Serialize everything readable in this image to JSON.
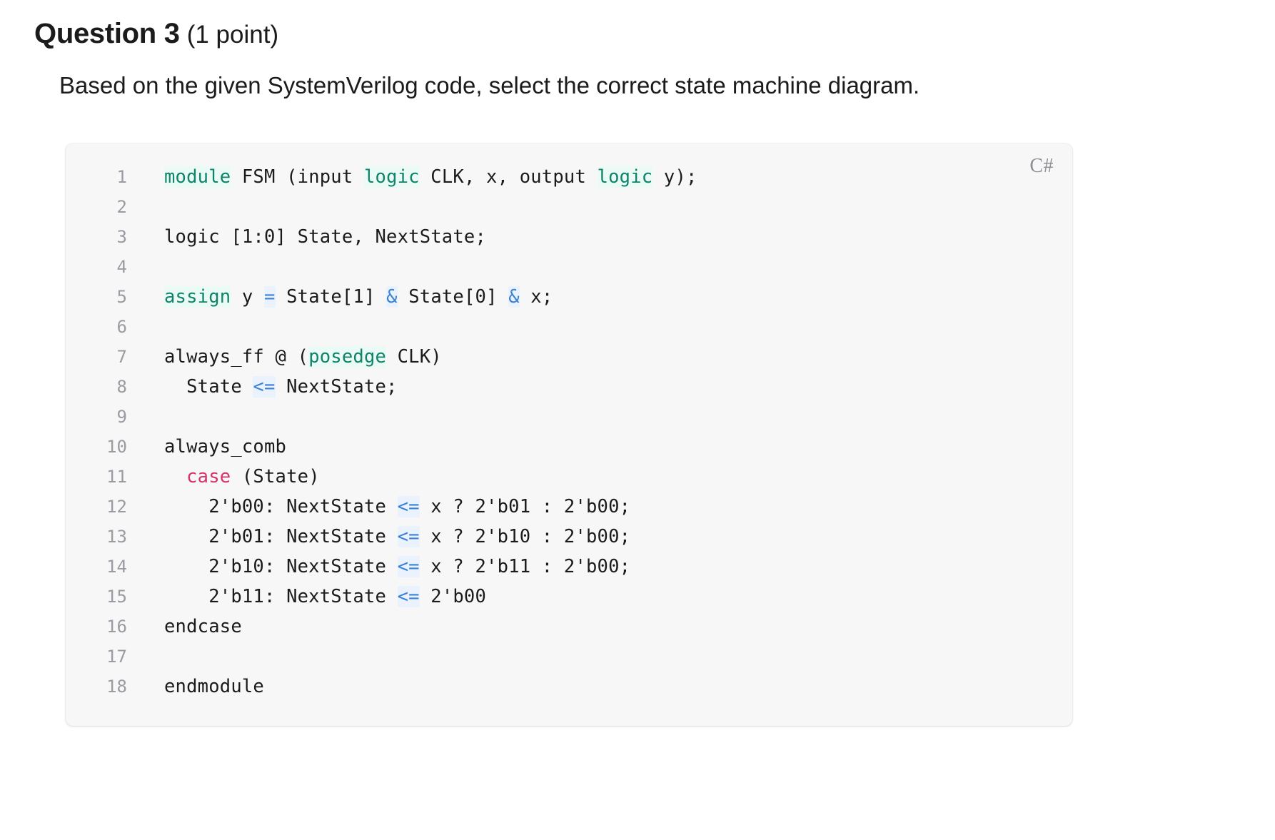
{
  "question": {
    "title": "Question 3",
    "points": "(1 point)",
    "prompt": "Based on the given SystemVerilog code, select the correct state machine diagram."
  },
  "code_block": {
    "language_label": "C#",
    "lines": [
      {
        "n": "1",
        "tokens": [
          {
            "t": "module",
            "c": "kw"
          },
          {
            "t": " FSM (input ",
            "c": "plain"
          },
          {
            "t": "logic",
            "c": "kw"
          },
          {
            "t": " CLK, x, output ",
            "c": "plain"
          },
          {
            "t": "logic",
            "c": "kw"
          },
          {
            "t": " y);",
            "c": "plain"
          }
        ]
      },
      {
        "n": "2",
        "tokens": []
      },
      {
        "n": "3",
        "tokens": [
          {
            "t": "logic [1:0] State, NextState;",
            "c": "plain"
          }
        ]
      },
      {
        "n": "4",
        "tokens": []
      },
      {
        "n": "5",
        "tokens": [
          {
            "t": "assign",
            "c": "kw"
          },
          {
            "t": " y ",
            "c": "plain"
          },
          {
            "t": "=",
            "c": "op"
          },
          {
            "t": " State[1] ",
            "c": "plain"
          },
          {
            "t": "&",
            "c": "op"
          },
          {
            "t": " State[0] ",
            "c": "plain"
          },
          {
            "t": "&",
            "c": "op"
          },
          {
            "t": " x;",
            "c": "plain"
          }
        ]
      },
      {
        "n": "6",
        "tokens": []
      },
      {
        "n": "7",
        "tokens": [
          {
            "t": "always_ff @ (",
            "c": "plain"
          },
          {
            "t": "posedge",
            "c": "kw"
          },
          {
            "t": " CLK)",
            "c": "plain"
          }
        ]
      },
      {
        "n": "8",
        "tokens": [
          {
            "t": "  State ",
            "c": "plain"
          },
          {
            "t": "<=",
            "c": "op"
          },
          {
            "t": " NextState;",
            "c": "plain"
          }
        ]
      },
      {
        "n": "9",
        "tokens": []
      },
      {
        "n": "10",
        "tokens": [
          {
            "t": "always_comb",
            "c": "plain"
          }
        ]
      },
      {
        "n": "11",
        "tokens": [
          {
            "t": "  ",
            "c": "plain"
          },
          {
            "t": "case",
            "c": "case"
          },
          {
            "t": " (State)",
            "c": "plain"
          }
        ]
      },
      {
        "n": "12",
        "tokens": [
          {
            "t": "    2'b00: NextState ",
            "c": "plain"
          },
          {
            "t": "<=",
            "c": "op"
          },
          {
            "t": " x ? 2'b01 : 2'b00;",
            "c": "plain"
          }
        ]
      },
      {
        "n": "13",
        "tokens": [
          {
            "t": "    2'b01: NextState ",
            "c": "plain"
          },
          {
            "t": "<=",
            "c": "op"
          },
          {
            "t": " x ? 2'b10 : 2'b00;",
            "c": "plain"
          }
        ]
      },
      {
        "n": "14",
        "tokens": [
          {
            "t": "    2'b10: NextState ",
            "c": "plain"
          },
          {
            "t": "<=",
            "c": "op"
          },
          {
            "t": " x ? 2'b11 : 2'b00;",
            "c": "plain"
          }
        ]
      },
      {
        "n": "15",
        "tokens": [
          {
            "t": "    2'b11: NextState ",
            "c": "plain"
          },
          {
            "t": "<=",
            "c": "op"
          },
          {
            "t": " 2'b00",
            "c": "plain"
          }
        ]
      },
      {
        "n": "16",
        "tokens": [
          {
            "t": "endcase",
            "c": "plain"
          }
        ]
      },
      {
        "n": "17",
        "tokens": []
      },
      {
        "n": "18",
        "tokens": [
          {
            "t": "endmodule",
            "c": "plain"
          }
        ]
      }
    ]
  },
  "colors": {
    "page_background": "#ffffff",
    "code_background": "#f7f7f8",
    "text": "#1b1b1b",
    "line_number": "#9b9ba1",
    "keyword": "#10836b",
    "keyword_background": "#eafaf5",
    "case_keyword": "#d6336c",
    "operator": "#3b82d6",
    "operator_background": "#eaf2fd",
    "language_label": "#8e8e93"
  }
}
